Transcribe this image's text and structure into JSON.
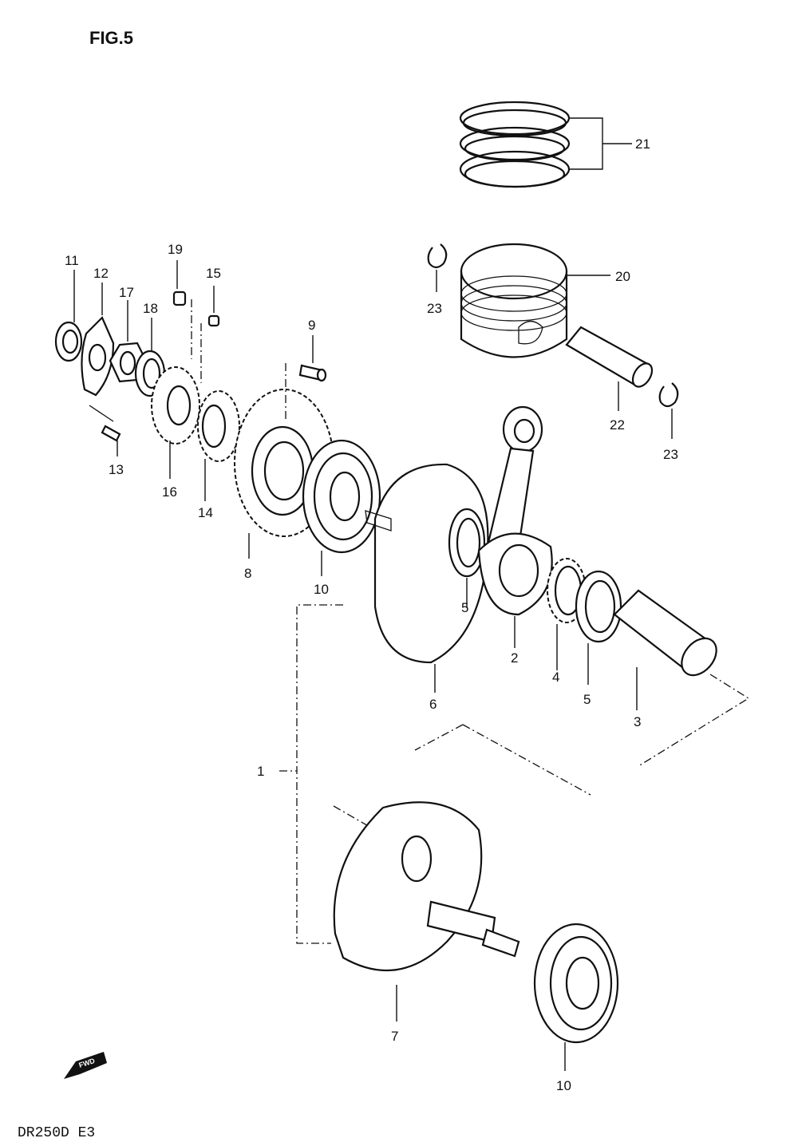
{
  "figure": {
    "title": "FIG.5",
    "footer": "DR250D E3",
    "direction_tag": "FWD"
  },
  "callouts": [
    {
      "id": "1",
      "text": "1"
    },
    {
      "id": "2",
      "text": "2"
    },
    {
      "id": "3",
      "text": "3"
    },
    {
      "id": "4",
      "text": "4"
    },
    {
      "id": "5a",
      "text": "5"
    },
    {
      "id": "5b",
      "text": "5"
    },
    {
      "id": "6",
      "text": "6"
    },
    {
      "id": "7",
      "text": "7"
    },
    {
      "id": "8",
      "text": "8"
    },
    {
      "id": "9",
      "text": "9"
    },
    {
      "id": "10a",
      "text": "10"
    },
    {
      "id": "10b",
      "text": "10"
    },
    {
      "id": "11",
      "text": "11"
    },
    {
      "id": "12",
      "text": "12"
    },
    {
      "id": "13",
      "text": "13"
    },
    {
      "id": "14",
      "text": "14"
    },
    {
      "id": "15",
      "text": "15"
    },
    {
      "id": "16",
      "text": "16"
    },
    {
      "id": "17",
      "text": "17"
    },
    {
      "id": "18",
      "text": "18"
    },
    {
      "id": "19",
      "text": "19"
    },
    {
      "id": "20",
      "text": "20"
    },
    {
      "id": "21",
      "text": "21"
    },
    {
      "id": "22",
      "text": "22"
    },
    {
      "id": "23a",
      "text": "23"
    },
    {
      "id": "23b",
      "text": "23"
    }
  ]
}
